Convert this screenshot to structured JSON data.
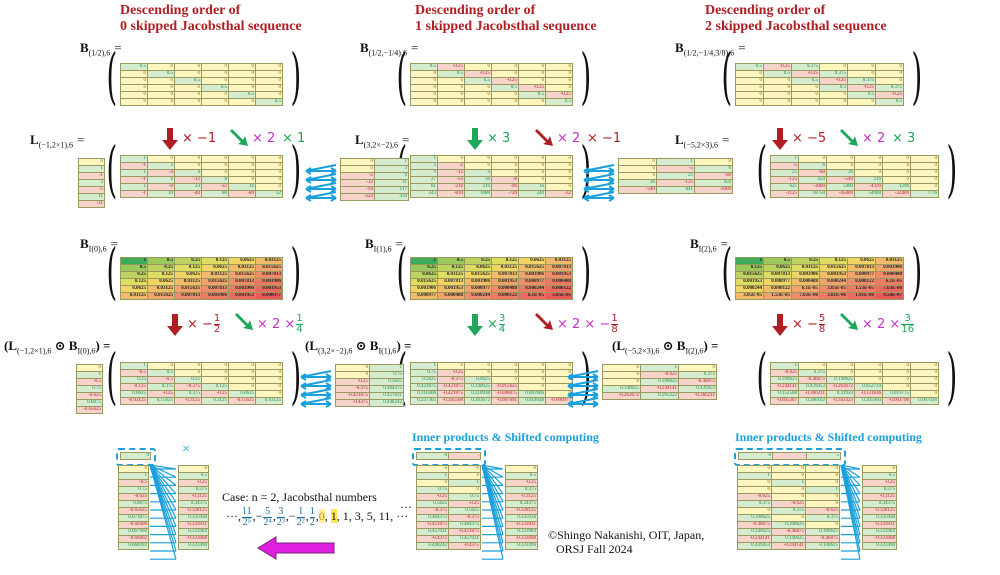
{
  "columns": [
    {
      "title_line1": "Descending order of",
      "title_line2": "0 skipped Jacobsthal sequence",
      "b_label": "B",
      "b_sub": "(1/2),6",
      "b_matrix": [
        [
          "0.5",
          "0",
          "0",
          "0",
          "0",
          "0"
        ],
        [
          "0",
          "0.5",
          "0",
          "0",
          "0",
          "0"
        ],
        [
          "0",
          "0",
          "0.5",
          "0",
          "0",
          "0"
        ],
        [
          "0",
          "0",
          "0",
          "0.5",
          "0",
          "0"
        ],
        [
          "0",
          "0",
          "0",
          "0",
          "0.5",
          "0"
        ],
        [
          "0",
          "0",
          "0",
          "0",
          "0",
          "0.5"
        ]
      ],
      "l_label": "L",
      "l_sub": "(−1,2×1),6",
      "l_ops": {
        "down": "× −1",
        "diag_a": "× 2",
        "diag_b": "× 1"
      },
      "l_side": [
        [
          "0"
        ],
        [
          "1"
        ],
        [
          "-1"
        ],
        [
          "3"
        ],
        [
          "-5"
        ],
        [
          "11"
        ],
        [
          "-21"
        ]
      ],
      "l_matrix": [
        [
          "1",
          "0",
          "0",
          "0",
          "0",
          "0"
        ],
        [
          "-1",
          "2",
          "0",
          "0",
          "0",
          "0"
        ],
        [
          "1",
          "-4",
          "4",
          "0",
          "0",
          "0"
        ],
        [
          "-1",
          "6",
          "-12",
          "8",
          "0",
          "0"
        ],
        [
          "1",
          "-8",
          "24",
          "-32",
          "16",
          "0"
        ],
        [
          "-1",
          "10",
          "-40",
          "80",
          "-80",
          "32"
        ]
      ],
      "bi_label": "B",
      "bi_sub": "I(0),6",
      "bi_matrix": [
        [
          "1",
          "0.5",
          "0.25",
          "0.125",
          "0.0625",
          "0.03125"
        ],
        [
          "0.5",
          "0.25",
          "0.125",
          "0.0625",
          "0.03125",
          "0.015625"
        ],
        [
          "0.25",
          "0.125",
          "0.0625",
          "0.03125",
          "0.015625",
          "0.007813"
        ],
        [
          "0.125",
          "0.0625",
          "0.03125",
          "0.015625",
          "0.007813",
          "0.003906"
        ],
        [
          "0.0625",
          "0.03125",
          "0.015625",
          "0.007813",
          "0.003906",
          "0.001953"
        ],
        [
          "0.03125",
          "0.015625",
          "0.007813",
          "0.003906",
          "0.001953",
          "0.000977"
        ]
      ],
      "h_label_left": "(L",
      "h_sub_l": "(−1,2×1),6",
      "h_sub_b": "I(0),6",
      "h_ops": {
        "down": "× −",
        "down_num": "1",
        "down_den": "2",
        "diag_a": "× 2 ×",
        "diag_num": "1",
        "diag_den": "4"
      },
      "h_side": [
        [
          "0"
        ],
        [
          "1"
        ],
        [
          "-0.5"
        ],
        [
          "0.75"
        ],
        [
          "-0.625"
        ],
        [
          "0.6875"
        ],
        [
          "-0.65625"
        ]
      ],
      "h_matrix": [
        [
          "1",
          "0",
          "0",
          "0",
          "0",
          "0"
        ],
        [
          "-0.5",
          "0.5",
          "0",
          "0",
          "0",
          "0"
        ],
        [
          "0.25",
          "-0.5",
          "0.25",
          "0",
          "0",
          "0"
        ],
        [
          "-0.125",
          "0.375",
          "-0.375",
          "0.125",
          "0",
          "0"
        ],
        [
          "0.0625",
          "-0.25",
          "0.375",
          "-0.25",
          "0.0625",
          "0"
        ],
        [
          "-0.03125",
          "0.15625",
          "-0.3125",
          "0.3125",
          "-0.15625",
          "0.03125"
        ]
      ]
    },
    {
      "title_line1": "Descending order of",
      "title_line2": "1 skipped Jacobsthal sequence",
      "b_label": "B",
      "b_sub": "(1/2,−1/4),6",
      "b_matrix": [
        [
          "0.5",
          "-0.25",
          "0",
          "0",
          "0",
          "0"
        ],
        [
          "0",
          "0.5",
          "-0.25",
          "0",
          "0",
          "0"
        ],
        [
          "0",
          "0",
          "0.5",
          "-0.25",
          "0",
          "0"
        ],
        [
          "0",
          "0",
          "0",
          "0.5",
          "-0.25",
          "0"
        ],
        [
          "0",
          "0",
          "0",
          "0",
          "0.5",
          "-0.25"
        ],
        [
          "0",
          "0",
          "0",
          "0",
          "0",
          "0.5"
        ]
      ],
      "l_label": "L",
      "l_sub": "(3,2×−2),6",
      "l_ops": {
        "down": "× 3",
        "diag_a": "× 2",
        "diag_b": "× −1"
      },
      "l_side": [
        [
          "0",
          "1"
        ],
        [
          "0",
          "3"
        ],
        [
          "-2",
          "9"
        ],
        [
          "-12",
          "31"
        ],
        [
          "-94",
          "117"
        ],
        [
          "-224",
          "459"
        ]
      ],
      "l_matrix": [
        [
          "1",
          "0",
          "0",
          "0",
          "0",
          "0"
        ],
        [
          "3",
          "-2",
          "0",
          "0",
          "0",
          "0"
        ],
        [
          "9",
          "-12",
          "4",
          "0",
          "0",
          "0"
        ],
        [
          "27",
          "-54",
          "36",
          "-8",
          "0",
          "0"
        ],
        [
          "81",
          "-216",
          "216",
          "-96",
          "16",
          "0"
        ],
        [
          "243",
          "-810",
          "1080",
          "-720",
          "240",
          "-32"
        ]
      ],
      "bi_label": "B",
      "bi_sub": "I(1),6",
      "bi_matrix": [
        [
          "1",
          "0.5",
          "0.25",
          "0.125",
          "0.0625",
          "0.03125"
        ],
        [
          "0.25",
          "0.125",
          "0.0625",
          "0.03125",
          "0.015625",
          "0.007813"
        ],
        [
          "0.0625",
          "0.03125",
          "0.015625",
          "0.007813",
          "0.003906",
          "0.001953"
        ],
        [
          "0.015625",
          "0.007813",
          "0.003906",
          "0.001953",
          "0.000977",
          "0.000488"
        ],
        [
          "0.003906",
          "0.001953",
          "0.000977",
          "0.000488",
          "0.000244",
          "0.000122"
        ],
        [
          "0.000977",
          "0.000488",
          "0.000244",
          "0.000122",
          "6.1E-05",
          "3.05E-05"
        ]
      ],
      "h_label_left": "(L",
      "h_sub_l": "(3,2×−2),6",
      "h_sub_b": "I(1),6",
      "h_ops": {
        "down": "×",
        "down_num": "3",
        "down_den": "4",
        "diag_a": "× 2 × −",
        "diag_num": "1",
        "diag_den": "8"
      },
      "h_side": [
        [
          "0",
          "1"
        ],
        [
          "0",
          "0.75"
        ],
        [
          "-0.25",
          "0.5625"
        ],
        [
          "-0.375",
          "0.484375"
        ],
        [
          "-0.421875",
          "0.457031"
        ],
        [
          "-0.4375",
          "0.448242"
        ]
      ],
      "h_matrix": [
        [
          "1",
          "0",
          "0",
          "0",
          "0",
          "0"
        ],
        [
          "0.75",
          "-0.25",
          "0",
          "0",
          "0",
          "0"
        ],
        [
          "0.5625",
          "-0.375",
          "0.0625",
          "0",
          "0",
          "0"
        ],
        [
          "0.421875",
          "-0.421875",
          "0.140625",
          "-0.015625",
          "0",
          "0"
        ],
        [
          "0.316406",
          "-0.421875",
          "0.210938",
          "-0.046875",
          "0.003906",
          "0"
        ],
        [
          "0.237305",
          "-0.395508",
          "0.263672",
          "-0.087891",
          "0.014648",
          "-0.000977"
        ]
      ]
    },
    {
      "title_line1": "Descending order of",
      "title_line2": "2 skipped Jacobsthal sequence",
      "b_label": "B",
      "b_sub": "(1/2,−1/4,3/8),6",
      "b_matrix": [
        [
          "0.5",
          "-0.25",
          "0.375",
          "0",
          "0",
          "0"
        ],
        [
          "0",
          "0.5",
          "-0.25",
          "0.375",
          "0",
          "0"
        ],
        [
          "0",
          "0",
          "0.5",
          "-0.25",
          "0.375",
          "0"
        ],
        [
          "0",
          "0",
          "0",
          "0.5",
          "-0.25",
          "0.375"
        ],
        [
          "0",
          "0",
          "0",
          "0",
          "0.5",
          "-0.25"
        ],
        [
          "0",
          "0",
          "0",
          "0",
          "0",
          "0.5"
        ]
      ],
      "l_label": "L",
      "l_sub": "(−5,2×3),6",
      "l_ops": {
        "down": "× −5",
        "diag_a": "× 2",
        "diag_b": "× 3"
      },
      "l_side": [
        [
          "0",
          "1",
          "0"
        ],
        [
          "0",
          "-5",
          "6"
        ],
        [
          "0",
          "25",
          "-60"
        ],
        [
          "36",
          "-125",
          "450"
        ],
        [
          "-540",
          "841",
          "-3000"
        ]
      ],
      "l_matrix": [
        [
          "1",
          "0",
          "0",
          "0",
          "0",
          "0"
        ],
        [
          "-5",
          "6",
          "0",
          "0",
          "0",
          "0"
        ],
        [
          "25",
          "-60",
          "36",
          "0",
          "0",
          "0"
        ],
        [
          "-125",
          "450",
          "-540",
          "216",
          "0",
          "0"
        ],
        [
          "625",
          "-3000",
          "5400",
          "-4320",
          "1296",
          "0"
        ],
        [
          "-3125",
          "18750",
          "-45000",
          "54000",
          "-32400",
          "7776"
        ]
      ],
      "bi_label": "B",
      "bi_sub": "I(2),6",
      "bi_matrix": [
        [
          "1",
          "0.5",
          "0.25",
          "0.125",
          "0.0625",
          "0.03125"
        ],
        [
          "0.125",
          "0.0625",
          "0.03125",
          "0.015625",
          "0.007813",
          "0.003906"
        ],
        [
          "0.015625",
          "0.007813",
          "0.003906",
          "0.001953",
          "0.000977",
          "0.000488"
        ],
        [
          "0.001953",
          "0.000977",
          "0.000488",
          "0.000244",
          "0.000122",
          "6.1E-05"
        ],
        [
          "0.000244",
          "0.000122",
          "6.1E-05",
          "3.05E-05",
          "1.53E-05",
          "7.63E-06"
        ],
        [
          "3.05E-05",
          "1.53E-05",
          "7.63E-06",
          "3.81E-06",
          "1.91E-06",
          "9.54E-07"
        ]
      ],
      "h_label_left": "(L",
      "h_sub_l": "(−5,2×3),6",
      "h_sub_b": "I(2),6",
      "h_ops": {
        "down": "× −",
        "down_num": "5",
        "down_den": "8",
        "diag_a": "× 2 ×",
        "diag_num": "3",
        "diag_den": "16"
      },
      "h_side": [
        [
          "0",
          "1",
          "0"
        ],
        [
          "0",
          "-0.625",
          "0.375"
        ],
        [
          "0",
          "0.390625",
          "-0.46875"
        ],
        [
          "0.140625",
          "-0.244141",
          "0.439453"
        ],
        [
          "-0.263672",
          "0.205322",
          "-0.366211"
        ]
      ],
      "h_matrix": [
        [
          "1",
          "0",
          "0",
          "0",
          "0",
          "0"
        ],
        [
          "-0.625",
          "0.375",
          "0",
          "0",
          "0",
          "0"
        ],
        [
          "0.390625",
          "-0.46875",
          "0.140625",
          "0",
          "0",
          "0"
        ],
        [
          "-0.244141",
          "0.439453",
          "-0.263672",
          "0.052734",
          "0",
          "0"
        ],
        [
          "0.152588",
          "-0.366211",
          "0.32959",
          "-0.131836",
          "0.019775",
          "0"
        ],
        [
          "-0.095367",
          "0.286102",
          "-0.343323",
          "0.205994",
          "-0.061798",
          "0.007416"
        ]
      ]
    }
  ],
  "bottom": {
    "times_symbol": "×",
    "left_key": [
      "0.5"
    ],
    "left_cols": [
      [
        "0",
        "1",
        "-0.5",
        "0.75",
        "-0.625",
        "0.6875",
        "-0.65625",
        "0.671875",
        "-0.66406",
        "0.667969",
        "-0.66602",
        "0.666992"
      ]
    ],
    "left_result": [
      "0",
      "0.5",
      "-0.25",
      "0.375",
      "-0.3125",
      "0.34375",
      "-0.328125",
      "0.335938",
      "-0.332031",
      "0.333984",
      "-0.333008",
      "0.333496"
    ],
    "inner_title": "Inner products & Shifted computing",
    "mid_key": [
      "0.5",
      "-0.25"
    ],
    "mid_cols": [
      [
        "0",
        "1",
        "0",
        "0.75",
        "-0.25",
        "0.5625",
        "-0.375",
        "0.484375",
        "-0.421875",
        "0.457031",
        "-0.4375",
        "0.448242"
      ],
      [
        "0",
        "0",
        "1",
        "0",
        "0.75",
        "-0.25",
        "0.5625",
        "-0.375",
        "0.484375",
        "-0.421875",
        "0.457031",
        "-0.4375"
      ]
    ],
    "mid_result": [
      "0",
      "0.5",
      "-0.25",
      "0.375",
      "-0.3125",
      "0.34375",
      "-0.328125",
      "0.335938",
      "-0.332031",
      "0.333984",
      "-0.333008",
      "0.333496"
    ],
    "right_key": [
      "0.5",
      "-0.25",
      "0.375"
    ],
    "right_cols": [
      [
        "0",
        "1",
        "0",
        "0",
        "-0.625",
        "0.375",
        "0",
        "0.390625",
        "-0.46875",
        "0.140625",
        "-0.244141",
        "0.439453"
      ],
      [
        "0",
        "0",
        "1",
        "0",
        "0",
        "-0.625",
        "0.375",
        "0",
        "0.390625",
        "-0.46875",
        "0.140625",
        "-0.244141"
      ],
      [
        "0",
        "0",
        "0",
        "1",
        "0",
        "0",
        "-0.625",
        "0.375",
        "0",
        "0.390625",
        "-0.46875",
        "0.140625"
      ]
    ],
    "right_result": [
      "0",
      "0.5",
      "-0.25",
      "0.375",
      "-0.3125",
      "0.34375",
      "-0.328125",
      "0.335938",
      "-0.332031",
      "0.333984",
      "-0.333008",
      "0.333496"
    ],
    "ellipsis": "···",
    "case_text": "Case: n = 2, Jacobsthal numbers",
    "jac_prefix": "···,",
    "jac_fracs": [
      {
        "sign": "",
        "num": "11",
        "den": "2⁵"
      },
      {
        "sign": "−",
        "num": "5",
        "den": "2⁴"
      },
      {
        "sign": "",
        "num": "3",
        "den": "2³"
      },
      {
        "sign": "−",
        "num": "1",
        "den": "2²"
      },
      {
        "sign": "",
        "num": "1",
        "den": "2"
      }
    ],
    "jac_hl0": "0",
    "jac_hl1": "1",
    "jac_tail": ", 1, 3, 5, 11, ···",
    "copyright_line1": "©Shingo Nakanishi, OIT, Japan,",
    "copyright_line2": "ORSJ Fall 2024"
  },
  "colors": {
    "title": "#b01e23",
    "green_cell": "#d6ecd0",
    "red_cell": "#f6d4cc",
    "yellow_cell": "#fdf6c0",
    "accent_blue": "#1aa0dc",
    "magenta_arrow": "#cc22cc"
  }
}
